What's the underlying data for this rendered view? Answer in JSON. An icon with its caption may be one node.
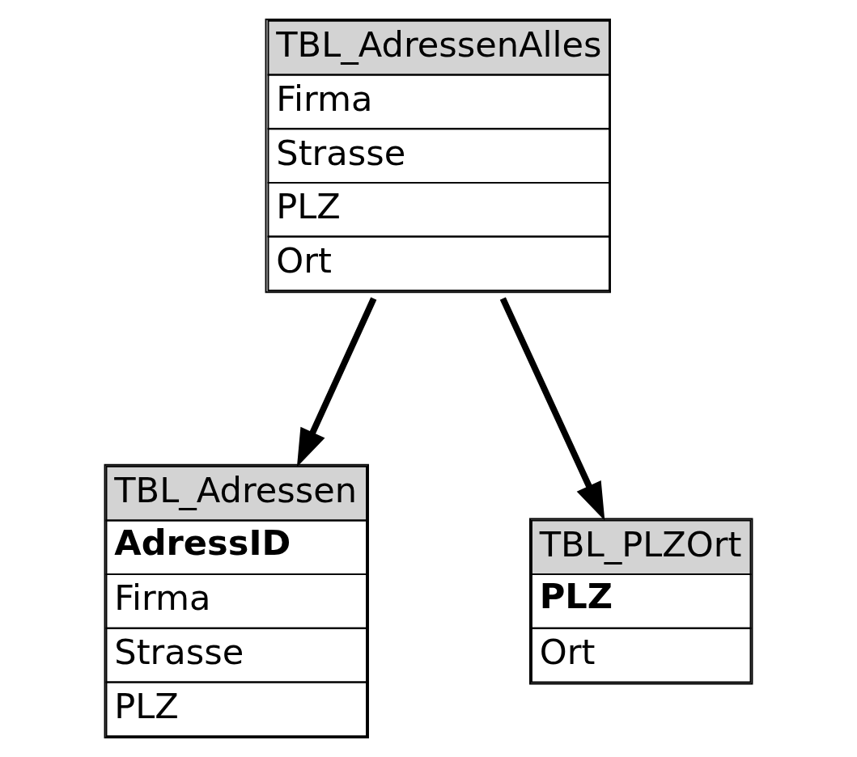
{
  "diagram": {
    "nodes": [
      {
        "text": [
          "TBL_AdressenAlles",
          "Firma",
          "Strasse",
          "PLZ",
          "Ort"
        ]
      },
      {
        "text": [
          "TBL_Adressen",
          "AdressID",
          "Firma",
          "Strasse",
          "PLZ"
        ]
      },
      {
        "text": [
          "TBL_PLZOrt",
          "PLZ",
          "Ort"
        ]
      }
    ],
    "edges": [
      {
        "from": 0,
        "to": 1,
        "arrow": "to"
      },
      {
        "from": 0,
        "to": 2,
        "arrow": "to"
      }
    ]
  }
}
